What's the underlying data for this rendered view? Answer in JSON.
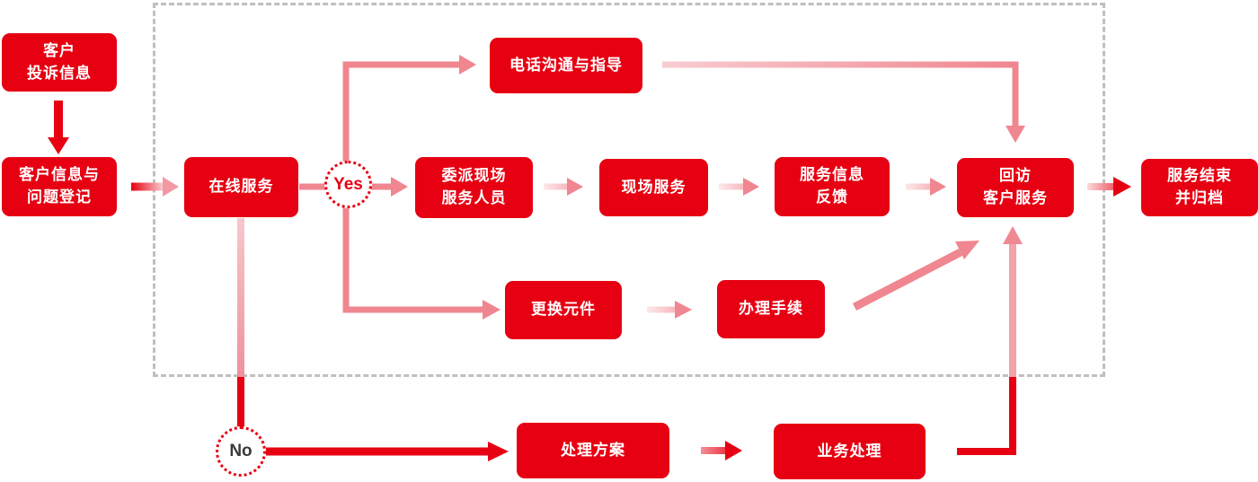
{
  "colors": {
    "node_red": "#e60012",
    "arrow_pink": "#f0868f",
    "arrow_light_pink": "#f7cdd2",
    "panel_border_gray": "#bfbfbf",
    "yes_label_color": "#e60012",
    "no_label_color": "#3a3a3a"
  },
  "nodes": {
    "customer-complaint": {
      "label": "客户\n投诉信息"
    },
    "customer-info-register": {
      "label": "客户信息与\n问题登记"
    },
    "online-service": {
      "label": "在线服务"
    },
    "phone-guidance": {
      "label": "电话沟通与指导"
    },
    "dispatch-onsite-staff": {
      "label": "委派现场\n服务人员"
    },
    "onsite-service": {
      "label": "现场服务"
    },
    "service-info-feedback": {
      "label": "服务信息\n反馈"
    },
    "return-visit-service": {
      "label": "回访\n客户服务"
    },
    "service-end-archive": {
      "label": "服务结束\n并归档"
    },
    "replace-parts": {
      "label": "更换元件"
    },
    "handle-procedures": {
      "label": "办理手续"
    },
    "solution-plan": {
      "label": "处理方案"
    },
    "business-processing": {
      "label": "业务处理"
    }
  },
  "decisions": {
    "yes": {
      "label": "Yes"
    },
    "no": {
      "label": "No"
    }
  },
  "edges": [
    {
      "from": "customer-complaint",
      "to": "customer-info-register"
    },
    {
      "from": "customer-info-register",
      "to": "online-service"
    },
    {
      "from": "online-service",
      "to": "decision-yes"
    },
    {
      "from": "decision-yes",
      "to": "phone-guidance",
      "branch": "Yes"
    },
    {
      "from": "decision-yes",
      "to": "dispatch-onsite-staff",
      "branch": "Yes"
    },
    {
      "from": "decision-yes",
      "to": "replace-parts",
      "branch": "Yes"
    },
    {
      "from": "phone-guidance",
      "to": "return-visit-service"
    },
    {
      "from": "dispatch-onsite-staff",
      "to": "onsite-service"
    },
    {
      "from": "onsite-service",
      "to": "service-info-feedback"
    },
    {
      "from": "service-info-feedback",
      "to": "return-visit-service"
    },
    {
      "from": "replace-parts",
      "to": "handle-procedures"
    },
    {
      "from": "handle-procedures",
      "to": "return-visit-service"
    },
    {
      "from": "online-service",
      "to": "decision-no"
    },
    {
      "from": "decision-no",
      "to": "solution-plan",
      "branch": "No"
    },
    {
      "from": "solution-plan",
      "to": "business-processing"
    },
    {
      "from": "business-processing",
      "to": "return-visit-service"
    },
    {
      "from": "return-visit-service",
      "to": "service-end-archive"
    }
  ]
}
